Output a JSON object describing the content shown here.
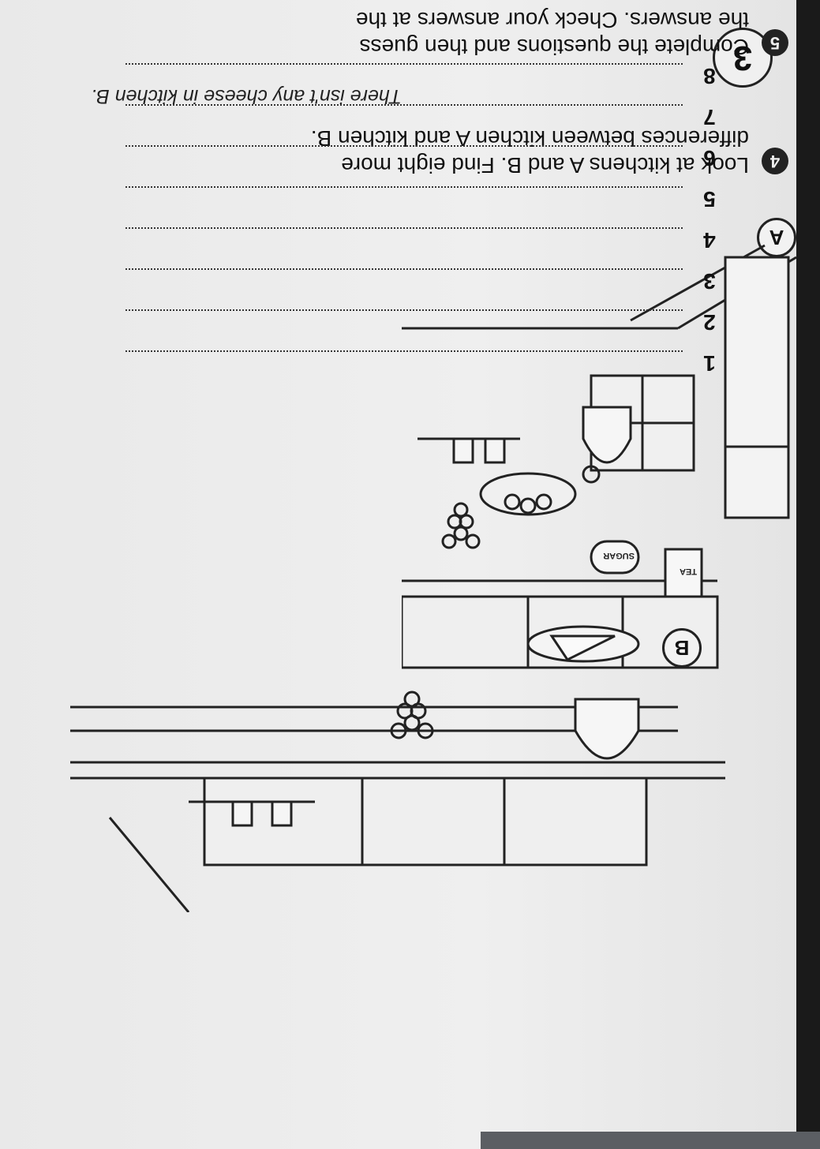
{
  "page_number": "3",
  "exercise4": {
    "number": "4",
    "line1": "Look at kitchens A and B. Find eight more",
    "line2": "differences between kitchen A and kitchen B.",
    "kitchen_a_label": "A",
    "kitchen_b_label": "B",
    "kitchen_a_labels": {
      "tea": "TEA",
      "sugar": "SUGAR"
    },
    "example": "There isn't any cheese in kitchen B.",
    "answer_numbers": [
      "1",
      "2",
      "3",
      "4",
      "5",
      "6",
      "7",
      "8"
    ]
  },
  "exercise5": {
    "number": "5",
    "line1": "Complete the questions and then guess",
    "line2": "the answers. Check your answers at the"
  }
}
